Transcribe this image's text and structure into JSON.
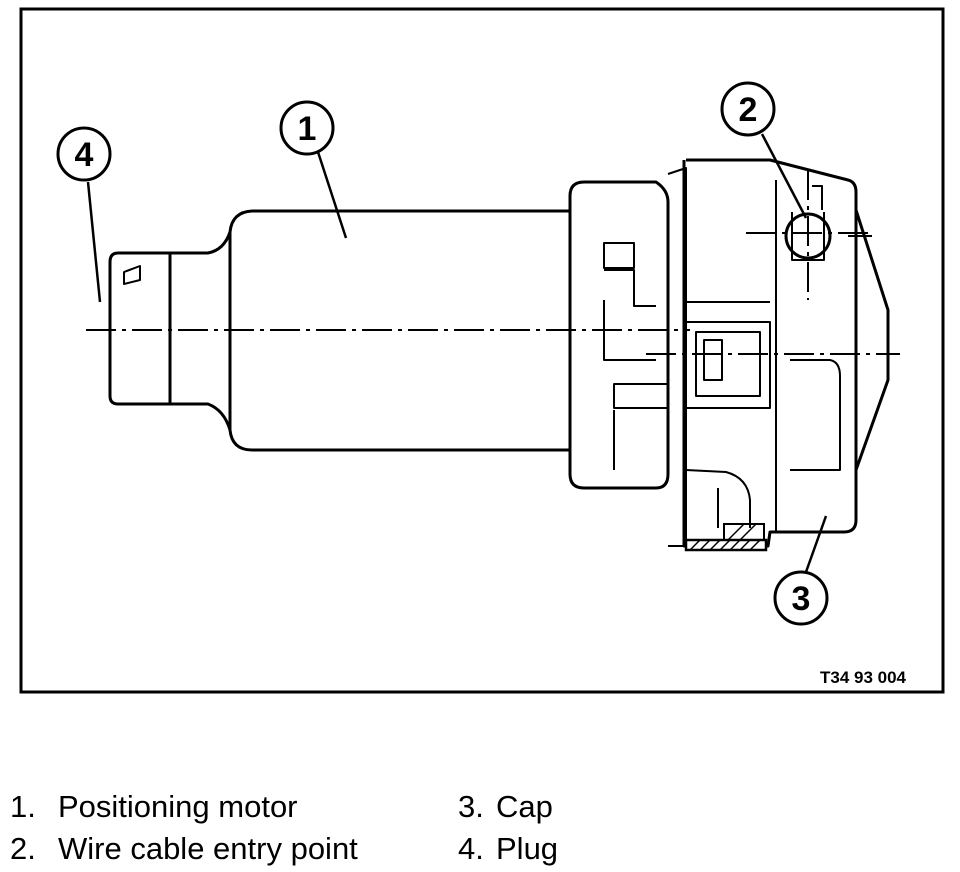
{
  "figure": {
    "code": "T34 93 004",
    "callouts": [
      "1",
      "2",
      "3",
      "4"
    ]
  },
  "legend": {
    "items": [
      {
        "number": "1.",
        "label": "Positioning motor"
      },
      {
        "number": "2.",
        "label": "Wire cable entry point"
      },
      {
        "number": "3.",
        "label": "Cap"
      },
      {
        "number": "4.",
        "label": "Plug"
      }
    ]
  }
}
